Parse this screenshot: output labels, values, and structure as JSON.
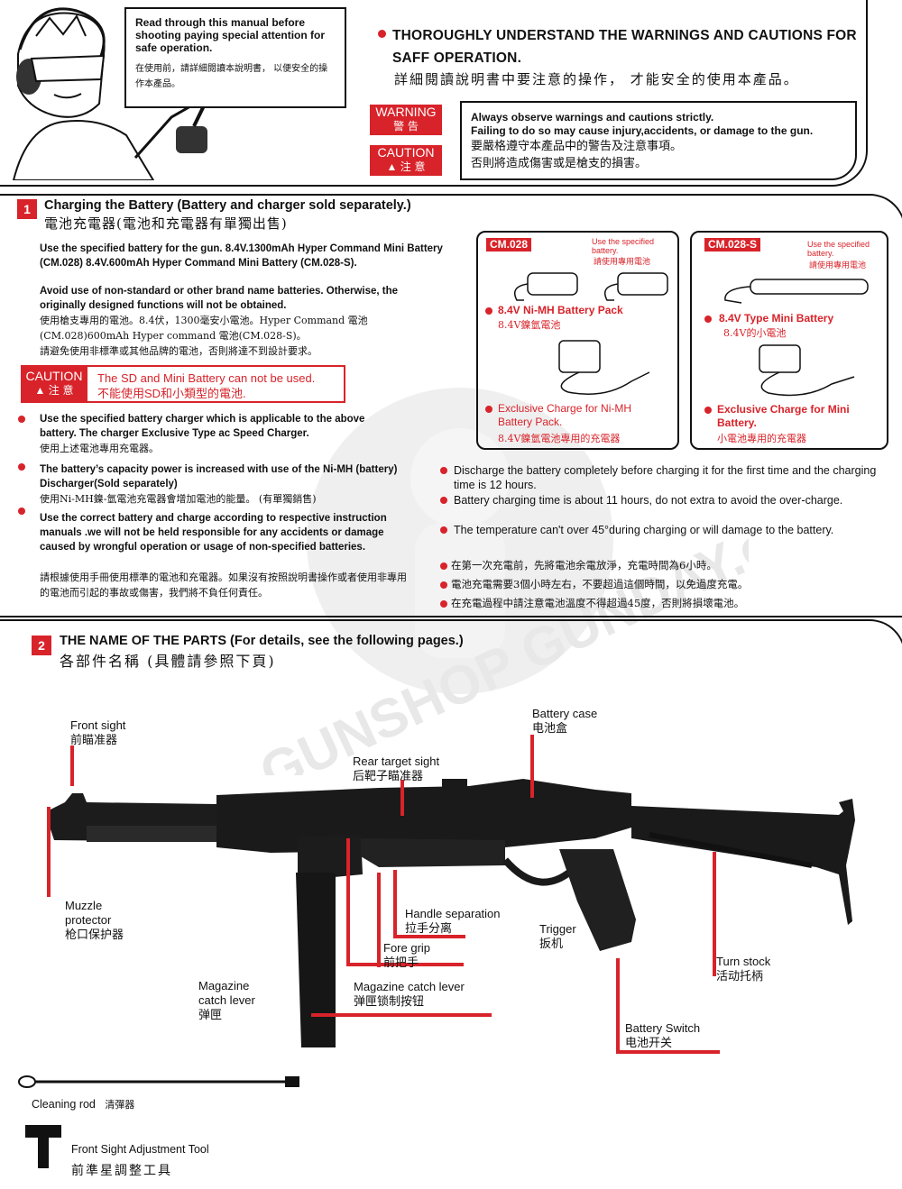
{
  "header": {
    "speech_en": "Read through this manual before shooting paying special attention for safe operation.",
    "speech_cn": "在使用前，請詳細閱讀本說明書， 以便安全的操作本產品。",
    "title_en": "THOROUGHLY UNDERSTAND THE WARNINGS AND CAUTIONS FOR SAFF OPERATION.",
    "title_cn": "詳細閱讀說明書中要注意的操作， 才能安全的使用本產品。",
    "warning_label": "WARNING",
    "warning_cn": "警 告",
    "caution_label": "CAUTION",
    "caution_cn": "注 意",
    "notice_en1": "Always observe warnings and cautions strictly.",
    "notice_en2": "Failing to do so may cause injury,accidents, or damage to the gun.",
    "notice_cn1": "要嚴格遵守本產品中的警告及注意事項。",
    "notice_cn2": "否則將造成傷害或是槍支的損害。"
  },
  "section1": {
    "number": "1",
    "title_en": "Charging the Battery (Battery and charger sold separately.)",
    "title_cn": "電池充電器(電池和充電器有單獨出售)",
    "para_en": "Use the specified battery for the gun. 8.4V.1300mAh Hyper Command Mini Battery (CM.028) 8.4V.600mAh Hyper Command Mini Battery (CM.028-S).",
    "para_en2": "Avoid use of non-standard or other brand name batteries. Otherwise, the originally designed functions will not be obtained.",
    "para_cn": "使用槍支專用的電池。8.4伏，1300毫安小電池。Hyper Command 電池(CM.028)600mAh Hyper command 電池(CM.028-S)。",
    "para_cn2": "請避免使用非標準或其他品牌的電池，否則將達不到設計要求。",
    "caution_label": "CAUTION",
    "caution_cn": "注 意",
    "caution_text_en": "The SD and Mini Battery can not be used.",
    "caution_text_cn": "不能使用SD和小類型的電池.",
    "bullets_left": [
      {
        "en": "Use the specified battery charger which is applicable to the above battery. The charger Exclusive Type ac Speed Charger.",
        "cn": "使用上述電池專用充電器。"
      },
      {
        "en": "The battery’s capacity power is increased with use of the Ni-MH (battery) Discharger(Sold separately)",
        "cn": "使用Ni-MH鎳-氫電池充電器會增加電池的能量。 (有單獨銷售)"
      },
      {
        "en": "Use the correct battery and charge according to respective instruction manuals .we will not be held responsible for any accidents or damage caused by wrongful operation or usage of non-specified batteries.",
        "cn": "請根據使用手冊使用標準的電池和充電器。如果沒有按照說明書操作或者使用非專用的電池而引起的事故或傷害，我們將不負任何責任。"
      }
    ],
    "bullets_right_en": [
      "Discharge the battery completely before charging it for the first time and the charging time is 12 hours.",
      "Battery charging time is about 11 hours, do not extra to avoid the over-charge.",
      "The temperature can't over 45°during charging or will damage to the battery."
    ],
    "bullets_right_cn": [
      "在第一次充電前，先將電池余電放淨，充電時間為6小時。",
      "電池充電需要3個小時左右，不要超過這個時間，以免過度充電。",
      "在充電過程中請注意電池溫度不得超過45度，否則將損壞電池。"
    ],
    "box1": {
      "code": "CM.028",
      "note_en": "Use the specified battery.",
      "note_cn": "請使用專用電池",
      "battery_en": "8.4V Ni-MH Battery Pack",
      "battery_cn": "8.4V鎳氫電池",
      "charger_en": "Exclusive Charge for Ni-MH Battery Pack.",
      "charger_cn": "8.4V鎳氫電池專用的充電器"
    },
    "box2": {
      "code": "CM.028-S",
      "note_en": "Use the specified battery.",
      "note_cn": "請使用專用電池",
      "battery_en": "8.4V Type Mini Battery",
      "battery_cn": "8.4V的小電池",
      "charger_en": "Exclusive Charge for Mini Battery.",
      "charger_cn": "小電池專用的充電器"
    }
  },
  "section2": {
    "number": "2",
    "title_en": "THE NAME OF THE PARTS (For details, see the following pages.)",
    "title_cn": "各部件名稱 (具體請參照下頁)",
    "parts": {
      "front_sight_en": "Front sight",
      "front_sight_cn": "前瞄准器",
      "rear_sight_en": "Rear target sight",
      "rear_sight_cn": "后靶子瞄准器",
      "battery_case_en": "Battery case",
      "battery_case_cn": "电池盒",
      "muzzle_en1": "Muzzle",
      "muzzle_en2": "protector",
      "muzzle_cn": "枪口保护器",
      "handle_en": "Handle separation",
      "handle_cn": "拉手分离",
      "trigger_en": "Trigger",
      "trigger_cn": "扳机",
      "fore_grip_en": "Fore grip",
      "fore_grip_cn": "前把手",
      "turn_stock_en": "Turn stock",
      "turn_stock_cn": "活动托柄",
      "magazine_en1": "Magazine",
      "magazine_en2": "catch lever",
      "magazine_cn": "弹匣",
      "mag_catch_en": "Magazine catch lever",
      "mag_catch_cn": "弹匣锁制按钮",
      "battery_switch_en": "Battery Switch",
      "battery_switch_cn": "电池开关"
    },
    "cleaning_rod_en": "Cleaning rod",
    "cleaning_rod_cn": "清彈器",
    "tool_en": "Front Sight Adjustment Tool",
    "tool_cn": "前準星調整工具"
  },
  "watermark": "GUNSHOP GUNDAY.com",
  "colors": {
    "accent": "#d8232a",
    "ink": "#111111"
  }
}
